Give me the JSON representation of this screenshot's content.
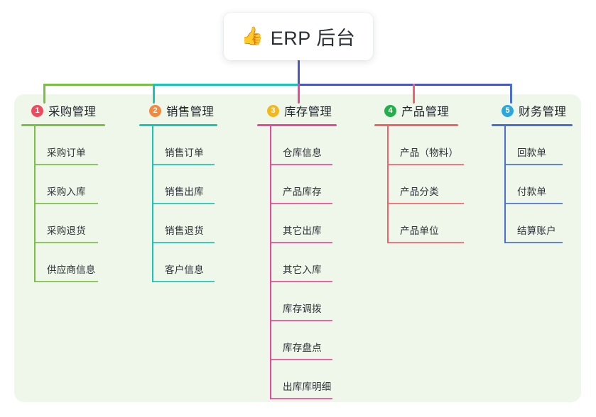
{
  "diagram": {
    "type": "mind-map",
    "root": {
      "icon": "thumbs-up-icon",
      "emoji": "👍",
      "title": "ERP 后台"
    },
    "panel_color": "#eef7ea",
    "root_connector_color": "#4a56c4",
    "branches": [
      {
        "number": "1",
        "badge_color": "#f04a5e",
        "line_color": "#7ac143",
        "title": "采购管理",
        "items": [
          {
            "label": "采购订单"
          },
          {
            "label": "采购入库"
          },
          {
            "label": "采购退货"
          },
          {
            "label": "供应商信息"
          }
        ]
      },
      {
        "number": "2",
        "badge_color": "#f5883c",
        "line_color": "#18c6b6",
        "title": "销售管理",
        "items": [
          {
            "label": "销售订单"
          },
          {
            "label": "销售出库"
          },
          {
            "label": "销售退货"
          },
          {
            "label": "客户信息"
          }
        ]
      },
      {
        "number": "3",
        "badge_color": "#f5b81c",
        "line_color": "#ec4899",
        "title": "库存管理",
        "items": [
          {
            "label": "仓库信息"
          },
          {
            "label": "产品库存"
          },
          {
            "label": "其它出库"
          },
          {
            "label": "其它入库"
          },
          {
            "label": "库存调拨"
          },
          {
            "label": "库存盘点"
          },
          {
            "label": "出库库明细"
          }
        ]
      },
      {
        "number": "4",
        "badge_color": "#22b04b",
        "line_color": "#f4616a",
        "title": "产品管理",
        "items": [
          {
            "label": "产品（物料）"
          },
          {
            "label": "产品分类"
          },
          {
            "label": "产品单位"
          }
        ]
      },
      {
        "number": "5",
        "badge_color": "#29a8e0",
        "line_color": "#4a6fd4",
        "title": "财务管理",
        "items": [
          {
            "label": "回款单"
          },
          {
            "label": "付款单"
          },
          {
            "label": "结算账户"
          }
        ]
      }
    ]
  }
}
